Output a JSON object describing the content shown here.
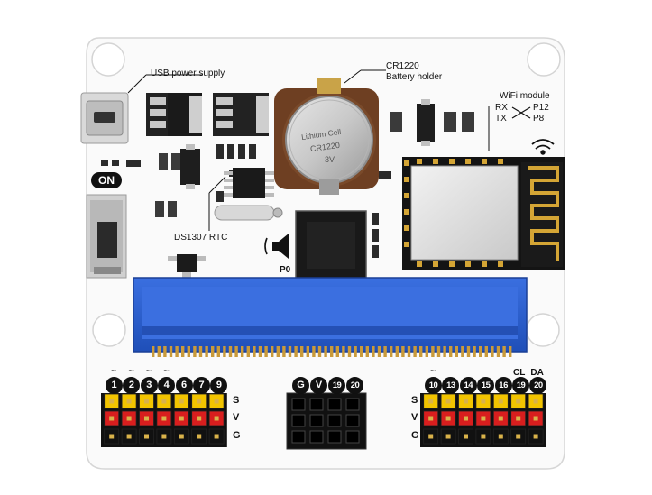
{
  "labels": {
    "usb": "USB power supply",
    "battery_model": "CR1220",
    "battery_holder": "Battery holder",
    "wifi": "WiFi module",
    "rx": "RX",
    "tx": "TX",
    "p12": "P12",
    "p8": "P8",
    "rtc": "DS1307 RTC",
    "p0": "P0",
    "switch_on": "ON",
    "cell_text_1": "Lithium Cell",
    "cell_text_2": "CR1220",
    "cell_text_3": "3V"
  },
  "left_header": {
    "pins": [
      "1",
      "2",
      "3",
      "4",
      "6",
      "7",
      "9"
    ],
    "tilde_on": [
      true,
      true,
      true,
      true,
      false,
      false,
      false
    ],
    "rows": [
      "S",
      "V",
      "G"
    ]
  },
  "middle_header": {
    "pins": [
      "G",
      "V",
      "19",
      "20"
    ]
  },
  "right_header": {
    "pins": [
      "10",
      "13",
      "14",
      "15",
      "16",
      "19",
      "20"
    ],
    "tilde_on": [
      true,
      false,
      false,
      false,
      false,
      false,
      false
    ],
    "extra_labels": [
      "CL",
      "DA"
    ],
    "rows": [
      "S",
      "V",
      "G"
    ]
  },
  "colors": {
    "board": "#fbfbfb",
    "edge_connector": "#2a5fd0",
    "signal_row": "#f2c400",
    "power_row": "#d81e1e",
    "ground_row": "#111111",
    "battery_holder": "#7a4a2a",
    "antenna": "#d4a535"
  },
  "icons": [
    "wifi-signal-icon",
    "speaker-icon",
    "chip-icon"
  ]
}
